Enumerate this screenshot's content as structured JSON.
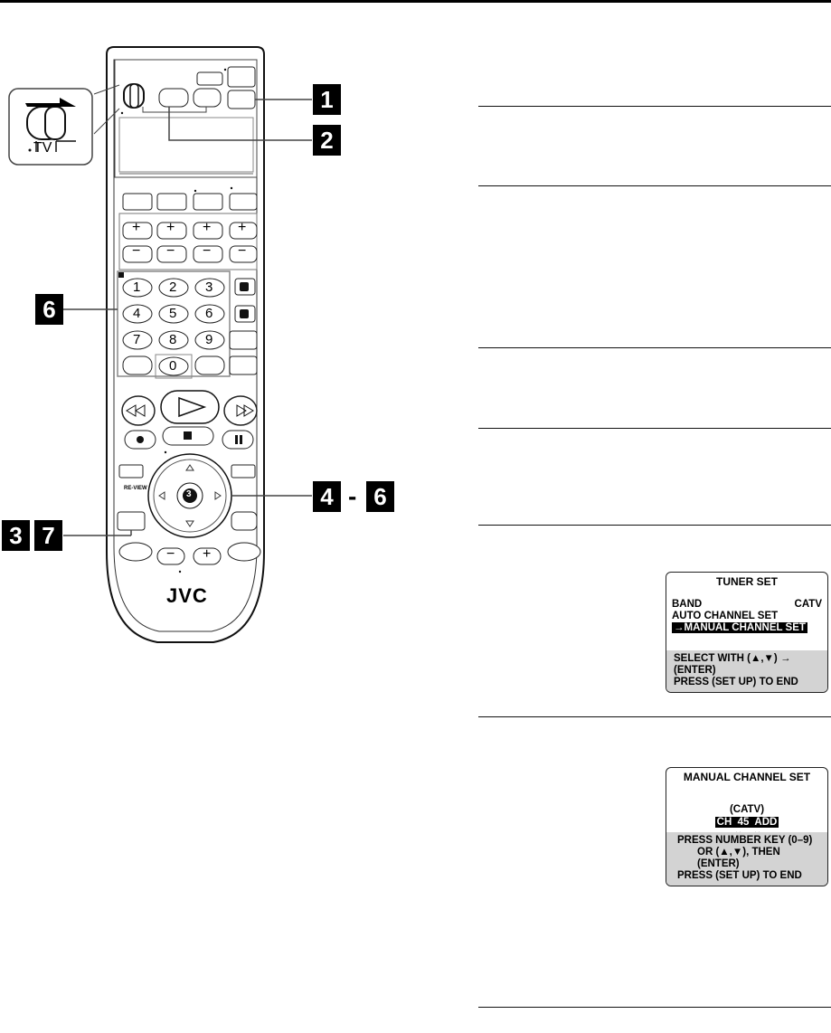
{
  "remote": {
    "switch_label": "TV",
    "brand": "JVC",
    "number_keys": [
      "1",
      "2",
      "3",
      "4",
      "5",
      "6",
      "7",
      "8",
      "9",
      "0"
    ],
    "plus_sign": "+",
    "minus_sign": "−",
    "nav_center": "3"
  },
  "steps": {
    "s1": "1",
    "s2": "2",
    "s3a": "3",
    "s3b": "7",
    "s4": "4",
    "s4_dash": "-",
    "s4_end": "6",
    "s6": "6"
  },
  "tuner_osd": {
    "title": "TUNER SET",
    "band_label": "BAND",
    "band_value": "CATV",
    "item2": "AUTO CHANNEL SET",
    "item3_selected": "→MANUAL CHANNEL SET",
    "foot1": "SELECT WITH (▲,▼) → (ENTER)",
    "foot2": "PRESS (SET UP) TO END"
  },
  "manual_osd": {
    "title": "MANUAL CHANNEL SET",
    "band": "(CATV)",
    "channel_row": "CH  45  ADD",
    "foot1": "PRESS NUMBER KEY (0–9)",
    "foot2": "OR (▲,▼), THEN (ENTER)",
    "foot3": "PRESS (SET UP) TO END"
  }
}
